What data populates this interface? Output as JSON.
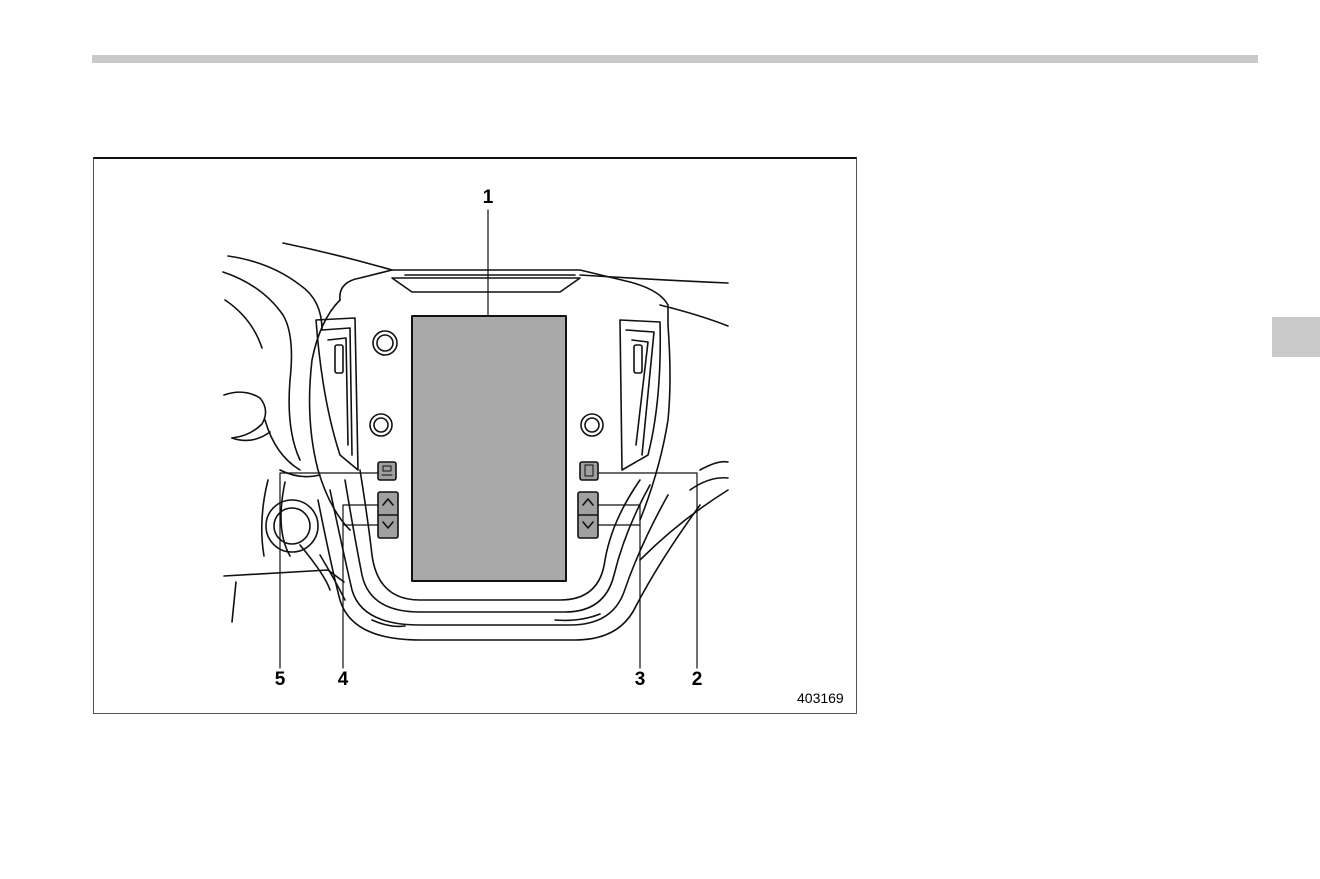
{
  "figure": {
    "figure_id": "403169",
    "callouts": [
      {
        "label": "1",
        "part": "screen"
      },
      {
        "label": "2",
        "part": "right-button"
      },
      {
        "label": "3",
        "part": "right-updown-buttons"
      },
      {
        "label": "4",
        "part": "left-updown-buttons"
      },
      {
        "label": "5",
        "part": "left-button"
      }
    ]
  },
  "colors": {
    "screen_fill": "#a9a9a9",
    "button_fill": "#a0a0a0",
    "line": "#111111",
    "rule": "#c9c9c9"
  }
}
